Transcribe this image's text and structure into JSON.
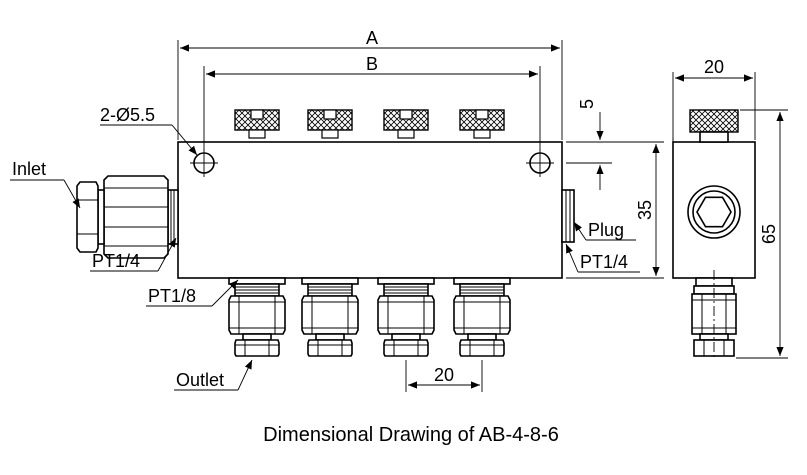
{
  "diagram": {
    "caption": "Dimensional Drawing of AB-4-8-6",
    "dimensions": {
      "overall_length": "A",
      "hole_spacing": "B",
      "top_offset": "5",
      "body_height": "35",
      "side_width": "20",
      "total_height": "65",
      "outlet_pitch": "20"
    },
    "callouts": {
      "mount_holes": "2-Ø5.5",
      "inlet": "Inlet",
      "inlet_thread": "PT1/4",
      "outlet_thread": "PT1/8",
      "outlet": "Outlet",
      "plug": "Plug",
      "plug_thread": "PT1/4"
    }
  }
}
